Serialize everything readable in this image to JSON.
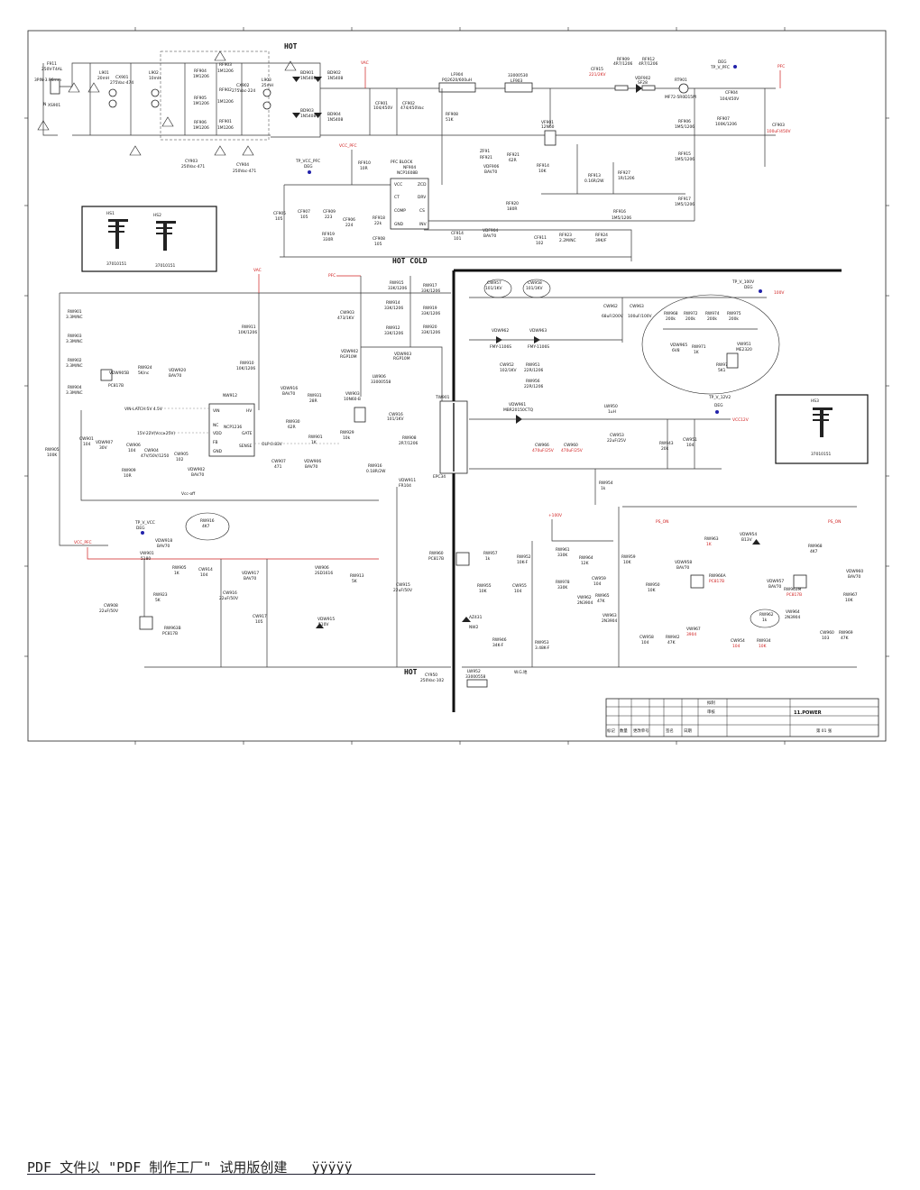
{
  "labels": {
    "hot_top": "HOT",
    "hot_cold": "HOT      COLD",
    "hot_bottom": "HOT",
    "pfc_block": "PFC  BLOCK",
    "pfc_ic_ref": "NF904",
    "pfc_ic_part": "NCP1608B",
    "pwm_ic_ref": "NW912",
    "pwm_ic_part": "NCP1236",
    "olp": "OLP:0.83V",
    "vin_latch": "VIN-LATCH:5V   4.5V",
    "vcc_range": "15V-22V(Vcc≥25V)",
    "tp_v_pfc": "TP_V_PFC",
    "tp_vcc_pfc": "TP_VCC_PFC",
    "tp_v_100v": "TP_V_100V",
    "tp_v_12v2": "TP_V_12V2",
    "tp_v_vcc": "TP_V_VCC",
    "deg": "DEG",
    "pfc": "PFC",
    "vac": "VAC",
    "vcc_pfc": "VCC_PFC",
    "ps_on": "PS_ON",
    "ps_on2": "PS_ON",
    "v100": "100V",
    "vcc12v": "VCC12V",
    "plus100v": "+100V",
    "hs1": "HS1",
    "hs2": "HS2",
    "hs3": "HS3",
    "hs_part": "37010151",
    "epc34": "EPC34",
    "tw901": "TW901",
    "title_block": "11.POWER",
    "tb_draw": "拟制",
    "tb_check": "审核",
    "tb_mark": "标记",
    "tb_qty": "数量",
    "tb_change": "更改单号",
    "tb_sign": "签名",
    "tb_date": "日期",
    "tb_sheet": "第   01  张"
  },
  "components": [
    "F901 250V-T4AL",
    "XS901",
    "L901 20mH",
    "CX901 275Vac-474",
    "L902 10mH",
    "RF904 1M1206",
    "RF905 1M1206",
    "RF906 1M1206",
    "RF903 1M1206",
    "RF902 1M1206",
    "RF901 1M1206",
    "CX902 275Vac-224",
    "L903 25mH",
    "CY903 250Vac-471",
    "CY904 250Vac-471",
    "BD901 1N5408",
    "BD902 1N5408",
    "BD903 1N5408",
    "BD904 1N5408",
    "CF901 104/450V",
    "CF902 474/450Vac",
    "LF904 PQ2620/600uH",
    "LF903 33000530",
    "RF908 51K",
    "RF909 4R7/1206",
    "RF912 4R7/1206",
    "VDF902 SF28",
    "RT901 MF72-5R0D15M",
    "CF904 104/450V",
    "CF903 100uF/450V",
    "RF907 100K/1206",
    "RF906 1M5/1206",
    "RF915 1M5/1206",
    "RF917 1M5/1206",
    "RF916 1M5/1206",
    "VF901 12N60",
    "ZF901",
    "RF921 62R",
    "VDF906 BAV70",
    "RF914 10K",
    "RF913 0.16R/2W",
    "RF927 1R/1206",
    "RF910 10R",
    "CF907 105",
    "CF905 105",
    "CF909 223",
    "CF906 224",
    "CF908 105",
    "RF918 22k",
    "RF919 330R",
    "RF920 180R",
    "CF914 101",
    "VDF904 BAV70",
    "CF911 102",
    "RF923 2.2M/NC",
    "RF924 39K/F",
    "RW901 3.3M/NC",
    "RW903 3.3M/NC",
    "RW902 3.3M/NC",
    "RW904 3.3M/NC",
    "VDW905B",
    "RW924 5K/nc",
    "VDW920 BAV70",
    "PC817B",
    "RW911 10K/1206",
    "RW910 10K/1206",
    "RW905 100K",
    "CW901 104",
    "VDW907 30V",
    "CW906 104",
    "RW909 10R",
    "CW904 47V/50V/1250",
    "CW905 102",
    "VDW902 BAV70",
    "VDW916 BAV70",
    "RW930 62R",
    "RW931 28R",
    "RW929 10K",
    "RW901b 1K",
    "CW907 471",
    "VDW906 BAV70",
    "CW903 473/1KV",
    "VDW902b RGP10M",
    "VDW903 RGP10M",
    "LW906 33000558",
    "VW903 10N60",
    "CW916 101/1KV",
    "RW908 2R7/1206",
    "RW916 0.18R/2W",
    "VDW911 FR104",
    "RW915 33K/1206",
    "RW914 33K/1206",
    "RW912 33K/1206",
    "RW917 33K/1206",
    "RW919 33K/1206",
    "RW920 33K/1206",
    "CW957 101/1KV",
    "CW958 101/1KV",
    "VDW962 FMY-1106S",
    "VDW963 FMY-1106S",
    "CW962 68uF/200V",
    "CW963 100uF/100V",
    "CW952 102/1KV",
    "RW951 22R/1206",
    "RW956 22R/1206",
    "VDW961 MBR20150CTQ",
    "LW950 1uH",
    "CW966 470uF/25V",
    "CW960 470uF/25V",
    "CW953 22uF/25V",
    "RW943 20k",
    "CW951 104",
    "RW954 1k",
    "RW968 200k",
    "RW972 200k",
    "RW974 200k",
    "RW975 200k",
    "VDW965 6V8",
    "RW971 1K",
    "RW970 5K1",
    "VW951 ME2320",
    "VDW918 BAV70",
    "VW901 5180",
    "RW905b 1K",
    "CW914 104",
    "RW923 5K",
    "VW906 2SD1616",
    "RW913 5K",
    "VDW917 BAV70",
    "CW916b 22uF/50V",
    "CW917 105",
    "VDW915 510V",
    "RW963B PC817B",
    "CW908 22uF/50V",
    "CW915 22uF/50V",
    "RW916b 4K7",
    "RW960 PC817B",
    "RW957 1k",
    "RW955 10K",
    "CW955 104",
    "AZ431 NW2",
    "RW946 34K-F",
    "RW953 3.48K-F",
    "RW952 10K-F",
    "RW961 330K",
    "RW964 12K",
    "CW959 104",
    "RW978 330K",
    "VW962 2N3904",
    "RW965 47K",
    "VW963 2N3904",
    "CW958b 104",
    "RW942 47K",
    "RW959 10K",
    "RW950 10K",
    "VDW958 BAV70",
    "RW963 1K",
    "RW966A PC817B",
    "CW954 104",
    "RW934 10K",
    "VDW954 B13V",
    "VDW957 BAV70",
    "RW962 1k",
    "RW968b 4K7",
    "RW963M PC817B",
    "VW964 2N3904",
    "RW967 10K",
    "CW960b 103",
    "RW969 47K",
    "VDW960 BAV70",
    "CY950 250Vac-102",
    "LW952 33000558",
    "NW964 3904"
  ],
  "footer": {
    "text": "PDF 文件以 \"PDF 制作工厂\" 试用版创建   ÿÿÿÿÿ"
  }
}
